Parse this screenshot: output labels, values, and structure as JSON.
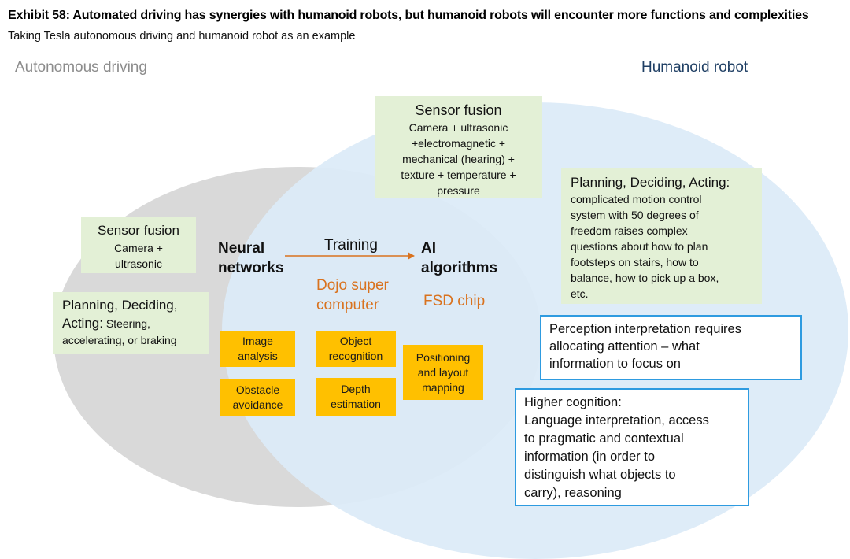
{
  "header": {
    "title": "Exhibit 58: Automated driving has synergies with humanoid robots, but humanoid robots will encounter more functions and complexities",
    "subtitle": "Taking Tesla autonomous driving and humanoid robot as an example"
  },
  "sets": {
    "autonomous_driving": "Autonomous driving",
    "humanoid_robot": "Humanoid robot"
  },
  "robot_sensor_fusion": {
    "heading": "Sensor fusion",
    "lines": [
      "Camera + ultrasonic",
      "+electromagnetic +",
      "mechanical (hearing) +",
      "texture + temperature +",
      "pressure"
    ]
  },
  "car_sensor_fusion": {
    "heading": "Sensor fusion",
    "lines": [
      "Camera +",
      "ultrasonic"
    ]
  },
  "car_planning": {
    "heading_line1": "Planning, Deciding,",
    "heading_line2": "Acting:",
    "detail_inline": " Steering,",
    "detail_line": "accelerating,  or braking"
  },
  "robot_planning": {
    "heading": "Planning, Deciding, Acting:",
    "lines": [
      "complicated motion control",
      "system with 50 degrees of",
      "freedom raises complex",
      "questions about how to plan",
      "footsteps on stairs, how to",
      "balance, how to pick up a box,",
      "etc."
    ]
  },
  "core": {
    "neural_networks": [
      "Neural",
      "networks"
    ],
    "training": "Training",
    "ai_algorithms": [
      "AI",
      "algorithms"
    ],
    "dojo": [
      "Dojo super",
      "computer"
    ],
    "fsd": "FSD chip"
  },
  "tasks": {
    "image_analysis": [
      "Image",
      "analysis"
    ],
    "object_recognition": [
      "Object",
      "recognition"
    ],
    "positioning": [
      "Positioning",
      "and layout",
      "mapping"
    ],
    "obstacle_avoidance": [
      "Obstacle",
      "avoidance"
    ],
    "depth_estimation": [
      "Depth",
      "estimation"
    ]
  },
  "perception": {
    "lines": [
      "Perception interpretation requires",
      "allocating attention – what",
      "information to focus on"
    ]
  },
  "cognition": {
    "lines": [
      "Higher cognition:",
      "Language interpretation, access",
      "to pragmatic and contextual",
      "information (in order to",
      "distinguish what objects to",
      "carry), reasoning"
    ]
  },
  "colors": {
    "grey_circle": "#d9d9d9",
    "blue_circle": "#dcebf7",
    "green_box": "#e3f0d6",
    "orange_box": "#ffc000",
    "orange_text": "#d9721e",
    "blue_border": "#2e9be0",
    "robot_label": "#1f3f64",
    "driving_label": "#8c8c8c"
  }
}
